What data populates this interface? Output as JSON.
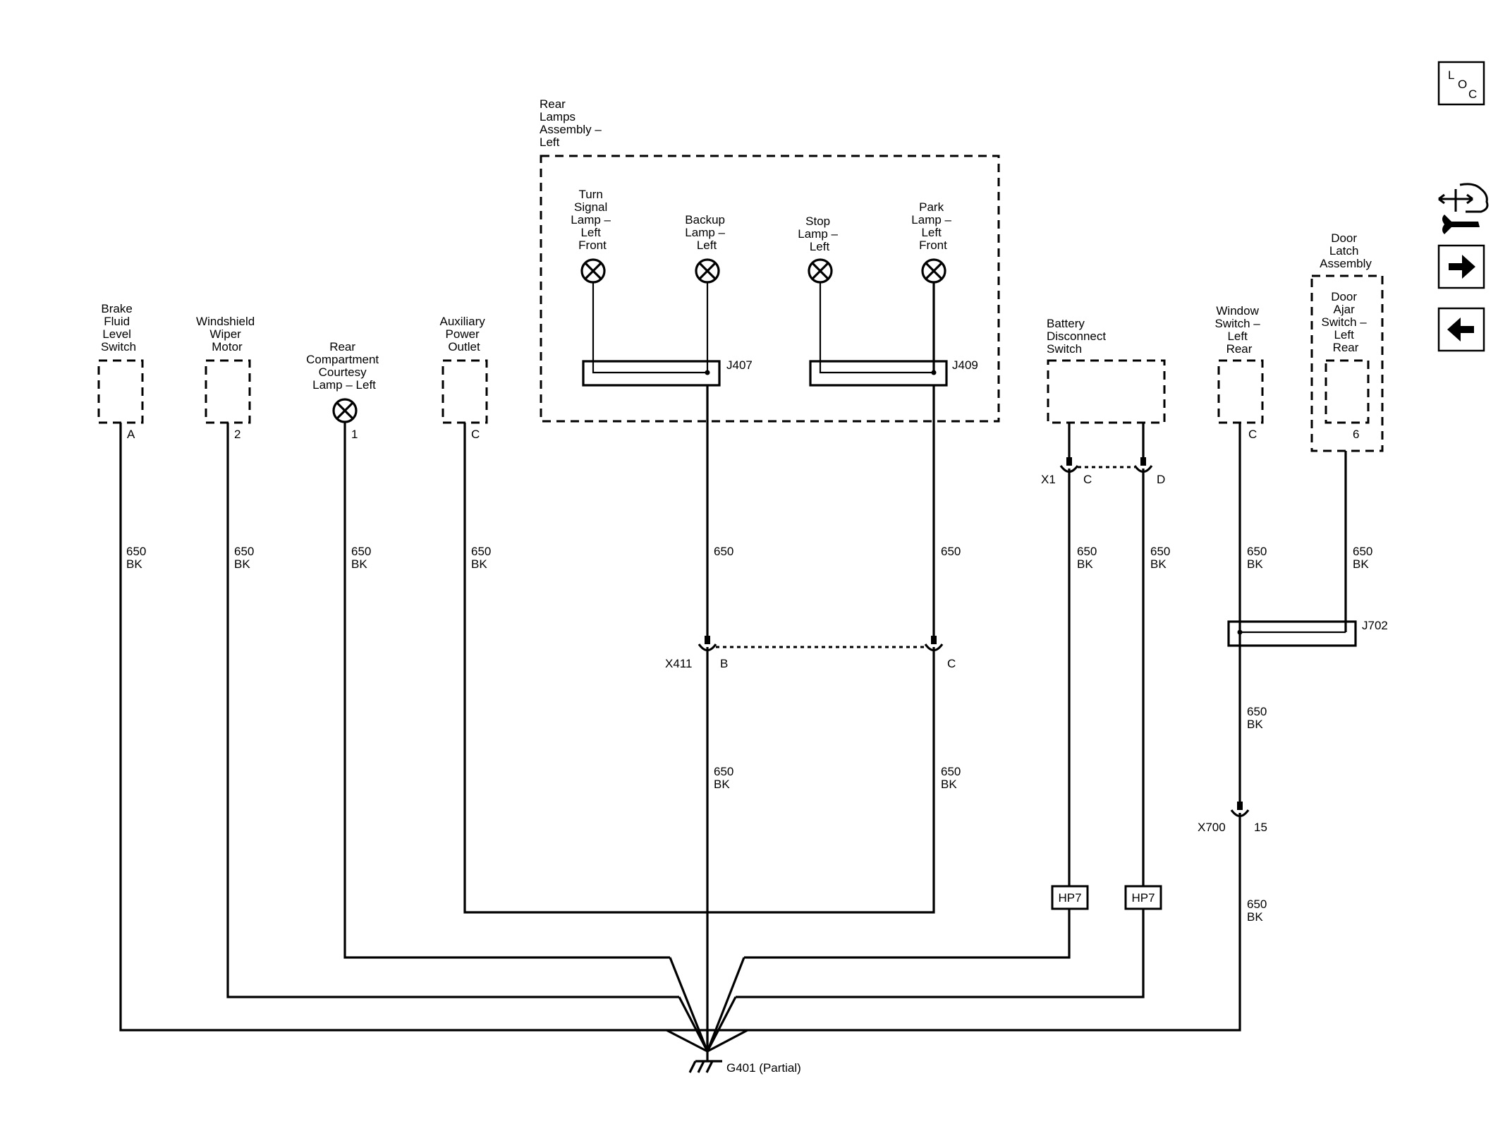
{
  "components": {
    "brake_fluid": [
      "Brake",
      "Fluid",
      "Level",
      "Switch"
    ],
    "windshield_wiper": [
      "Windshield",
      "Wiper",
      "Motor"
    ],
    "rear_compartment": [
      "Rear",
      "Compartment",
      "Courtesy",
      "Lamp – Left"
    ],
    "aux_power": [
      "Auxiliary",
      "Power",
      "Outlet"
    ],
    "rear_lamps_assembly": [
      "Rear",
      "Lamps",
      "Assembly –",
      "Left"
    ],
    "turn_signal": [
      "Turn",
      "Signal",
      "Lamp –",
      "Left",
      "Front"
    ],
    "backup_lamp": [
      "Backup",
      "Lamp –",
      "Left"
    ],
    "stop_lamp": [
      "Stop",
      "Lamp –",
      "Left"
    ],
    "park_lamp": [
      "Park",
      "Lamp –",
      "Left",
      "Front"
    ],
    "battery_disconnect": [
      "Battery",
      "Disconnect",
      "Switch"
    ],
    "window_switch": [
      "Window",
      "Switch –",
      "Left",
      "Rear"
    ],
    "door_latch": [
      "Door",
      "Latch",
      "Assembly"
    ],
    "door_ajar": [
      "Door",
      "Ajar",
      "Switch –",
      "Left",
      "Rear"
    ]
  },
  "pins": {
    "brake": "A",
    "wiper": "2",
    "courtesy": "1",
    "aux": "C",
    "x1_c": "C",
    "x1_d": "D",
    "window": "C",
    "door_ajar": "6",
    "x411_b": "B",
    "x411_c": "C",
    "x700": "15"
  },
  "connectors": {
    "j407": "J407",
    "j409": "J409",
    "j702": "J702",
    "x411": "X411",
    "x1": "X1",
    "x700": "X700"
  },
  "wire_labels": {
    "circuit": "650",
    "color": "BK"
  },
  "splices": {
    "hp7_left": "HP7",
    "hp7_right": "HP7"
  },
  "ground": "G401 (Partial)",
  "toolbar": {
    "loc_l": "L",
    "loc_o": "O",
    "loc_c": "C",
    "tool_icon": "component-locator-icon",
    "forward_icon": "arrow-right-icon",
    "back_icon": "arrow-left-icon"
  }
}
